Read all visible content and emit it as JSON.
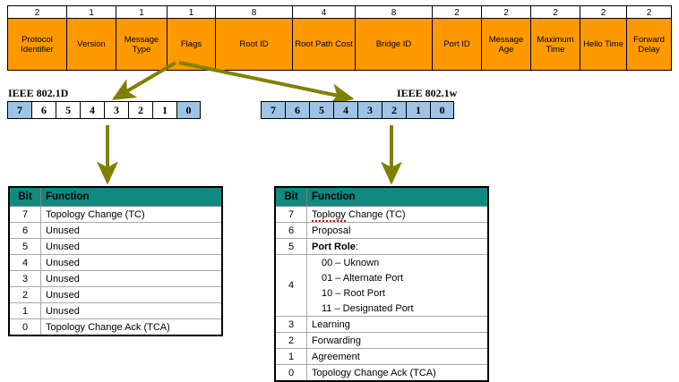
{
  "colors": {
    "field_orange": "#FF9900",
    "header_teal": "#0E8A80",
    "bit_highlight": "#9DC3E6",
    "arrow_olive": "#808000",
    "border_black": "#000000"
  },
  "bpdu_frame": {
    "fields": [
      {
        "bytes": "2",
        "name": "Protocol Identifier"
      },
      {
        "bytes": "1",
        "name": "Version"
      },
      {
        "bytes": "1",
        "name": "Message Type"
      },
      {
        "bytes": "1",
        "name": "Flags"
      },
      {
        "bytes": "8",
        "name": "Root ID"
      },
      {
        "bytes": "4",
        "name": "Root Path Cost"
      },
      {
        "bytes": "8",
        "name": "Bridge ID"
      },
      {
        "bytes": "2",
        "name": "Port ID"
      },
      {
        "bytes": "2",
        "name": "Message Age"
      },
      {
        "bytes": "2",
        "name": "Maximum Time"
      },
      {
        "bytes": "2",
        "name": "Hello Time"
      },
      {
        "bytes": "2",
        "name": "Forward Delay"
      }
    ]
  },
  "legacy": {
    "standard_label": "IEEE 802.1D",
    "bits": [
      {
        "n": "7",
        "highlighted": true
      },
      {
        "n": "6",
        "highlighted": false
      },
      {
        "n": "5",
        "highlighted": false
      },
      {
        "n": "4",
        "highlighted": false
      },
      {
        "n": "3",
        "highlighted": false
      },
      {
        "n": "2",
        "highlighted": false
      },
      {
        "n": "1",
        "highlighted": false
      },
      {
        "n": "0",
        "highlighted": true
      }
    ],
    "table": {
      "headers": {
        "bit": "Bit",
        "function": "Function"
      },
      "rows": [
        {
          "bit": "7",
          "function": "Topology Change (TC)"
        },
        {
          "bit": "6",
          "function": "Unused"
        },
        {
          "bit": "5",
          "function": "Unused"
        },
        {
          "bit": "4",
          "function": "Unused"
        },
        {
          "bit": "3",
          "function": "Unused"
        },
        {
          "bit": "2",
          "function": "Unused"
        },
        {
          "bit": "1",
          "function": "Unused"
        },
        {
          "bit": "0",
          "function": "Topology Change Ack (TCA)"
        }
      ]
    }
  },
  "rapid": {
    "standard_label": "IEEE 802.1w",
    "bits": [
      {
        "n": "7",
        "highlighted": true
      },
      {
        "n": "6",
        "highlighted": true
      },
      {
        "n": "5",
        "highlighted": true
      },
      {
        "n": "4",
        "highlighted": true
      },
      {
        "n": "3",
        "highlighted": true
      },
      {
        "n": "2",
        "highlighted": true
      },
      {
        "n": "1",
        "highlighted": true
      },
      {
        "n": "0",
        "highlighted": true
      }
    ],
    "table": {
      "headers": {
        "bit": "Bit",
        "function": "Function"
      },
      "rows": [
        {
          "bit": "7",
          "function": "Toplogy Change (TC)"
        },
        {
          "bit": "6",
          "function": "Proposal"
        },
        {
          "bit": "5",
          "function": "Port Role:"
        },
        {
          "bit": "4",
          "function": ""
        },
        {
          "bit": "3",
          "function": "Learning"
        },
        {
          "bit": "2",
          "function": "Forwarding"
        },
        {
          "bit": "1",
          "function": "Agreement"
        },
        {
          "bit": "0",
          "function": "Topology Change Ack (TCA)"
        }
      ],
      "port_role_label": "Port Role",
      "port_role_colon": ":",
      "port_role_values": [
        "00 – Uknown",
        "01 – Alternate Port",
        "10 – Root Port",
        "11 – Designated Port"
      ]
    }
  }
}
